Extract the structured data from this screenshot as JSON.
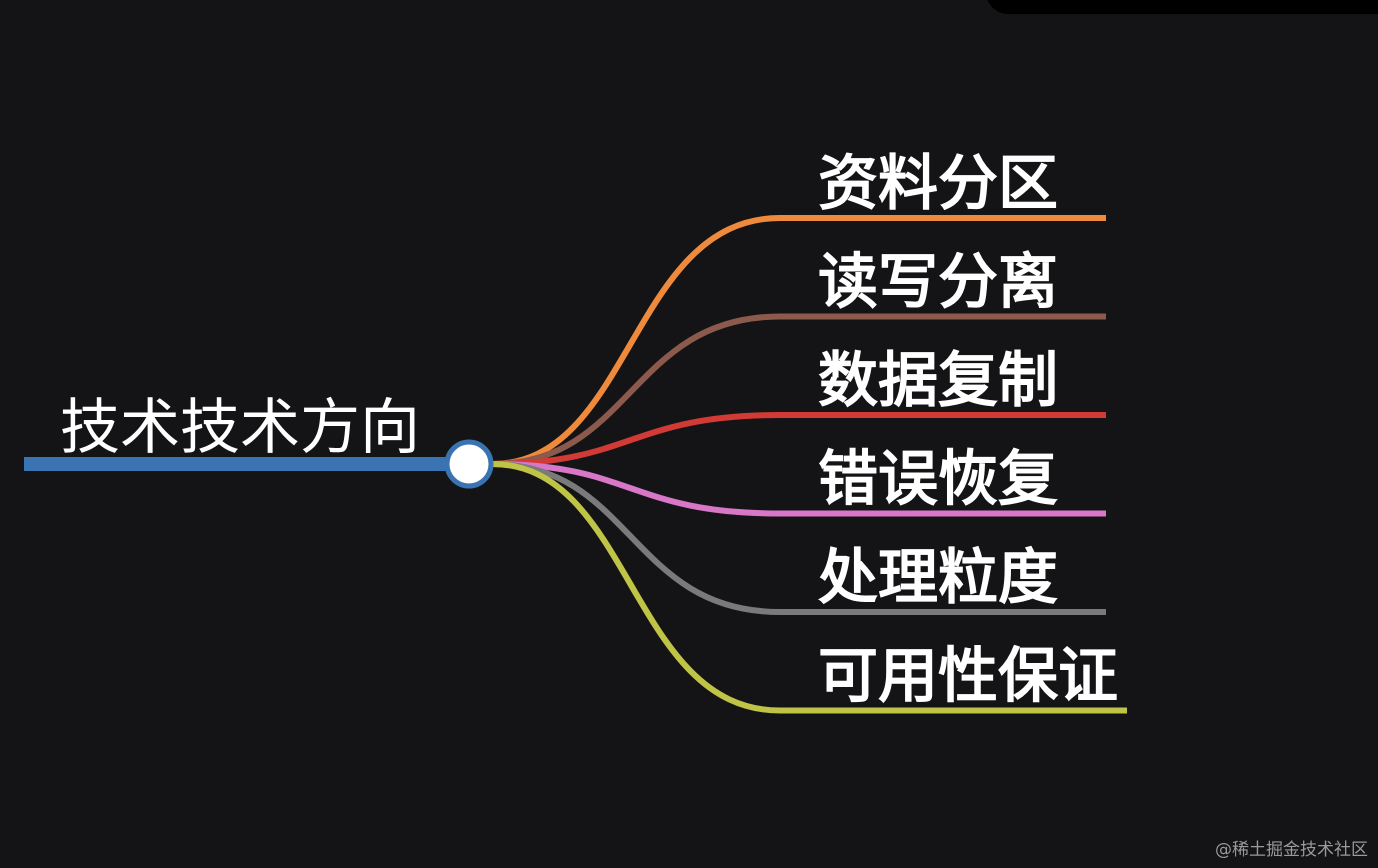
{
  "root": {
    "label": "技术技术方向",
    "color": "#3a73b2"
  },
  "branches": [
    {
      "label": "资料分区",
      "color": "#ef8a3c"
    },
    {
      "label": "读写分离",
      "color": "#8b5a4c"
    },
    {
      "label": "数据复制",
      "color": "#d13a35"
    },
    {
      "label": "错误恢复",
      "color": "#d876c8"
    },
    {
      "label": "处理粒度",
      "color": "#7a7a7a"
    },
    {
      "label": "可用性保证",
      "color": "#bfc447"
    }
  ],
  "watermark": "@稀土掘金技术社区"
}
